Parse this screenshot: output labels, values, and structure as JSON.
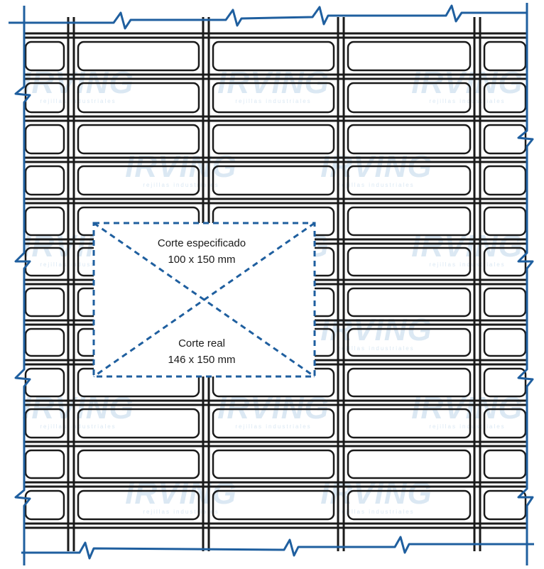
{
  "diagram": {
    "specified_cut": {
      "label": "Corte especificado",
      "size": "100 x 150 mm"
    },
    "actual_cut": {
      "label": "Corte real",
      "size": "146 x 150 mm"
    },
    "watermark": {
      "brand": "IRVING",
      "tagline": "rejillas industriales"
    },
    "colors": {
      "steel": "#1a1a1a",
      "outline": "#1f5f9f",
      "watermark": "#dbe8f3"
    }
  }
}
